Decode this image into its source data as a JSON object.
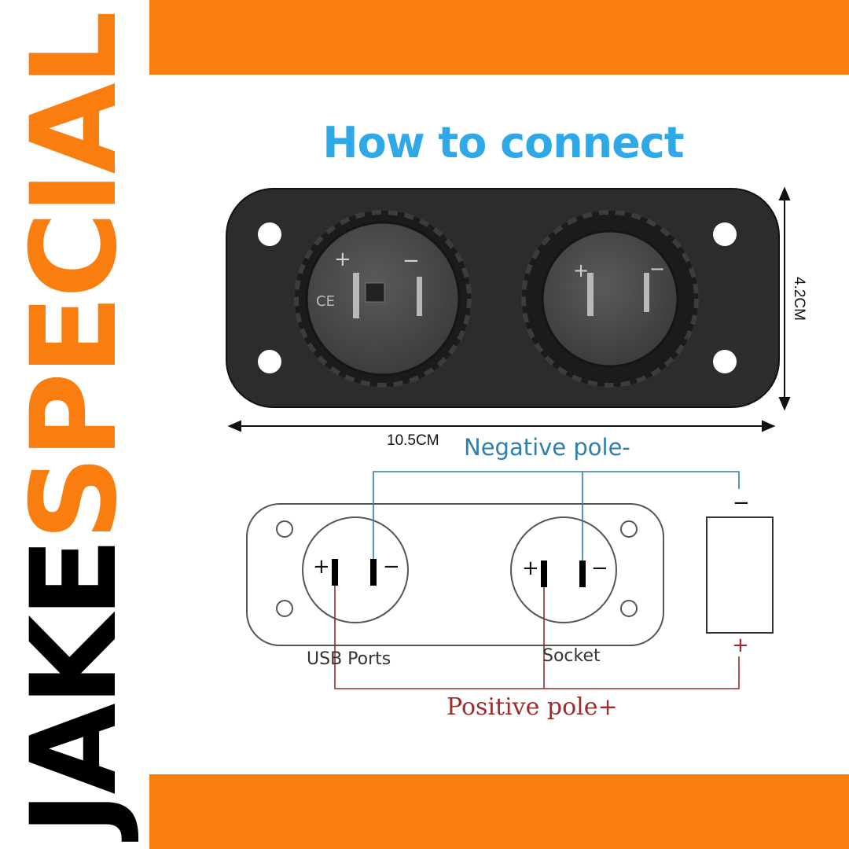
{
  "brand": {
    "part1": "JAKE",
    "part2": "SPECIAL",
    "color1": "#000000",
    "color2": "#f97d0f"
  },
  "accent_color": "#f97d0f",
  "title": "How to connect",
  "title_color": "#2ea8e6",
  "dimensions": {
    "width": "10.5CM",
    "height": "4.2CM"
  },
  "labels": {
    "negative_pole": "Negative pole-",
    "positive_pole": "Positive  pole+",
    "usb_ports": "USB Ports",
    "socket": "Socket"
  },
  "signs": {
    "plus": "+",
    "minus": "−"
  },
  "wire_colors": {
    "negative": "#2f7fae",
    "positive": "#9a2c2c"
  },
  "icons": [
    "usb-socket-icon",
    "power-socket-icon",
    "battery-icon"
  ]
}
